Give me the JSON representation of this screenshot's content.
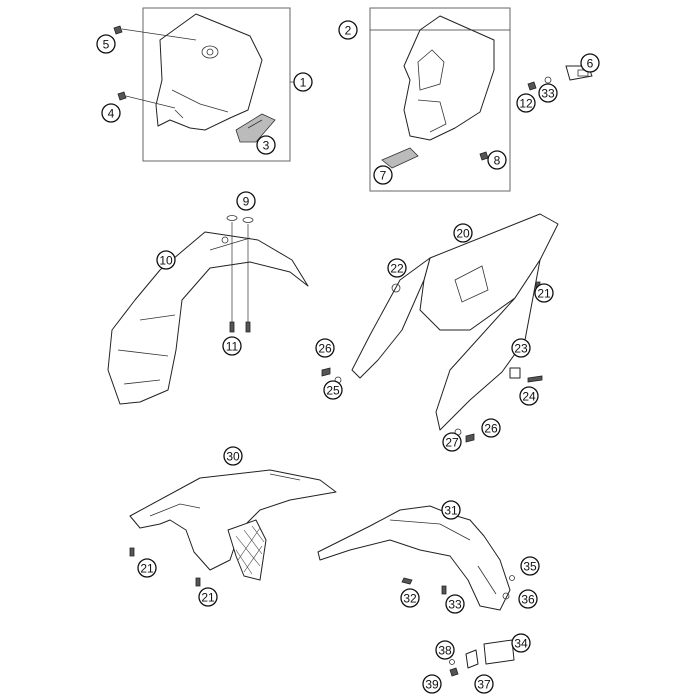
{
  "diagram": {
    "callouts": [
      {
        "id": "c1",
        "label": "1"
      },
      {
        "id": "c2",
        "label": "2"
      },
      {
        "id": "c3",
        "label": "3"
      },
      {
        "id": "c4",
        "label": "4"
      },
      {
        "id": "c5",
        "label": "5"
      },
      {
        "id": "c6",
        "label": "6"
      },
      {
        "id": "c7",
        "label": "7"
      },
      {
        "id": "c8",
        "label": "8"
      },
      {
        "id": "c9",
        "label": "9"
      },
      {
        "id": "c10",
        "label": "10"
      },
      {
        "id": "c11",
        "label": "11"
      },
      {
        "id": "c12",
        "label": "12"
      },
      {
        "id": "c33a",
        "label": "33"
      },
      {
        "id": "c20",
        "label": "20"
      },
      {
        "id": "c21a",
        "label": "21"
      },
      {
        "id": "c22",
        "label": "22"
      },
      {
        "id": "c23",
        "label": "23"
      },
      {
        "id": "c24",
        "label": "24"
      },
      {
        "id": "c25",
        "label": "25"
      },
      {
        "id": "c26a",
        "label": "26"
      },
      {
        "id": "c26b",
        "label": "26"
      },
      {
        "id": "c27",
        "label": "27"
      },
      {
        "id": "c30",
        "label": "30"
      },
      {
        "id": "c21b",
        "label": "21"
      },
      {
        "id": "c21c",
        "label": "21"
      },
      {
        "id": "c31",
        "label": "31"
      },
      {
        "id": "c32",
        "label": "32"
      },
      {
        "id": "c33b",
        "label": "33"
      },
      {
        "id": "c34",
        "label": "34"
      },
      {
        "id": "c35",
        "label": "35"
      },
      {
        "id": "c36",
        "label": "36"
      },
      {
        "id": "c37",
        "label": "37"
      },
      {
        "id": "c38",
        "label": "38"
      },
      {
        "id": "c39",
        "label": "39"
      }
    ]
  }
}
